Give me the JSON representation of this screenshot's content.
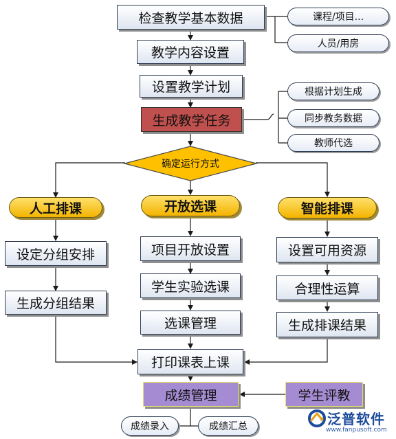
{
  "diagram": {
    "check_data": "检查教学基本数据",
    "content_setup": "教学内容设置",
    "plan_setup": "设置教学计划",
    "generate_tasks": "生成教学任务",
    "decide_mode": "确定运行方式",
    "data_items": [
      "课程/项目...",
      "人员/用房"
    ],
    "task_sources": [
      "根据计划生成",
      "同步教务数据",
      "教师代选"
    ],
    "branches": {
      "manual": {
        "title": "人工排课",
        "steps": [
          "设定分组安排",
          "生成分组结果"
        ]
      },
      "open": {
        "title": "开放选课",
        "steps": [
          "项目开放设置",
          "学生实验选课",
          "选课管理"
        ]
      },
      "smart": {
        "title": "智能排课",
        "steps": [
          "设置可用资源",
          "合理性运算",
          "生成排课结果"
        ]
      }
    },
    "print_schedule": "打印课表上课",
    "grade_mgmt": "成绩管理",
    "student_eval": "学生评教",
    "grade_items": [
      "成绩录入",
      "成绩汇总"
    ]
  },
  "logo": {
    "name": "泛普软件",
    "url": "www.fanpusoft.com",
    "color": "#1d4c9b"
  },
  "colors": {
    "connector": "#1a1a1a",
    "task_box": "#c0504d",
    "grade_box": "#a58bd1",
    "branch_title": "#f3b400",
    "diamond": "#ffc000"
  }
}
